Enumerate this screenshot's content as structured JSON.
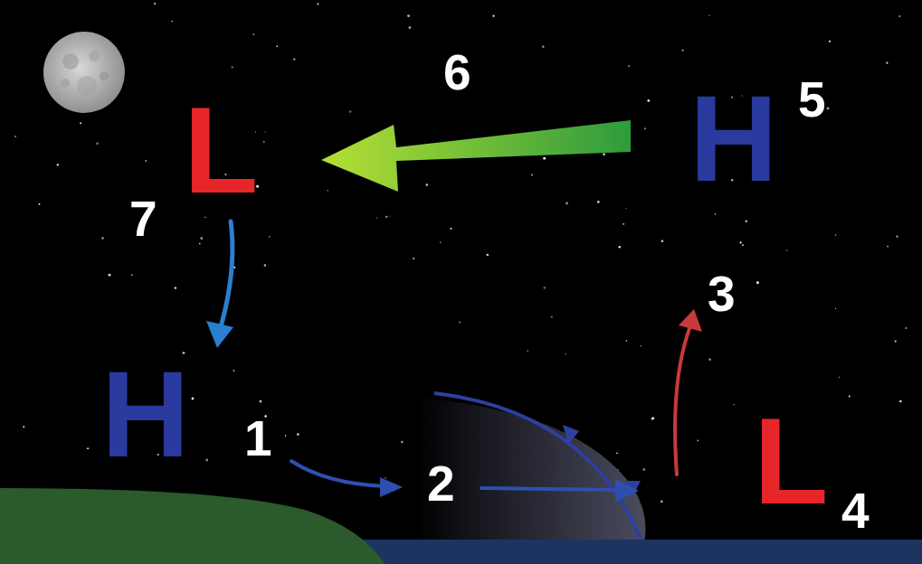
{
  "diagram": {
    "labels": [
      "6",
      "L",
      "H",
      "5",
      "7",
      "3",
      "H",
      "1",
      "2",
      "L",
      "4"
    ]
  }
}
